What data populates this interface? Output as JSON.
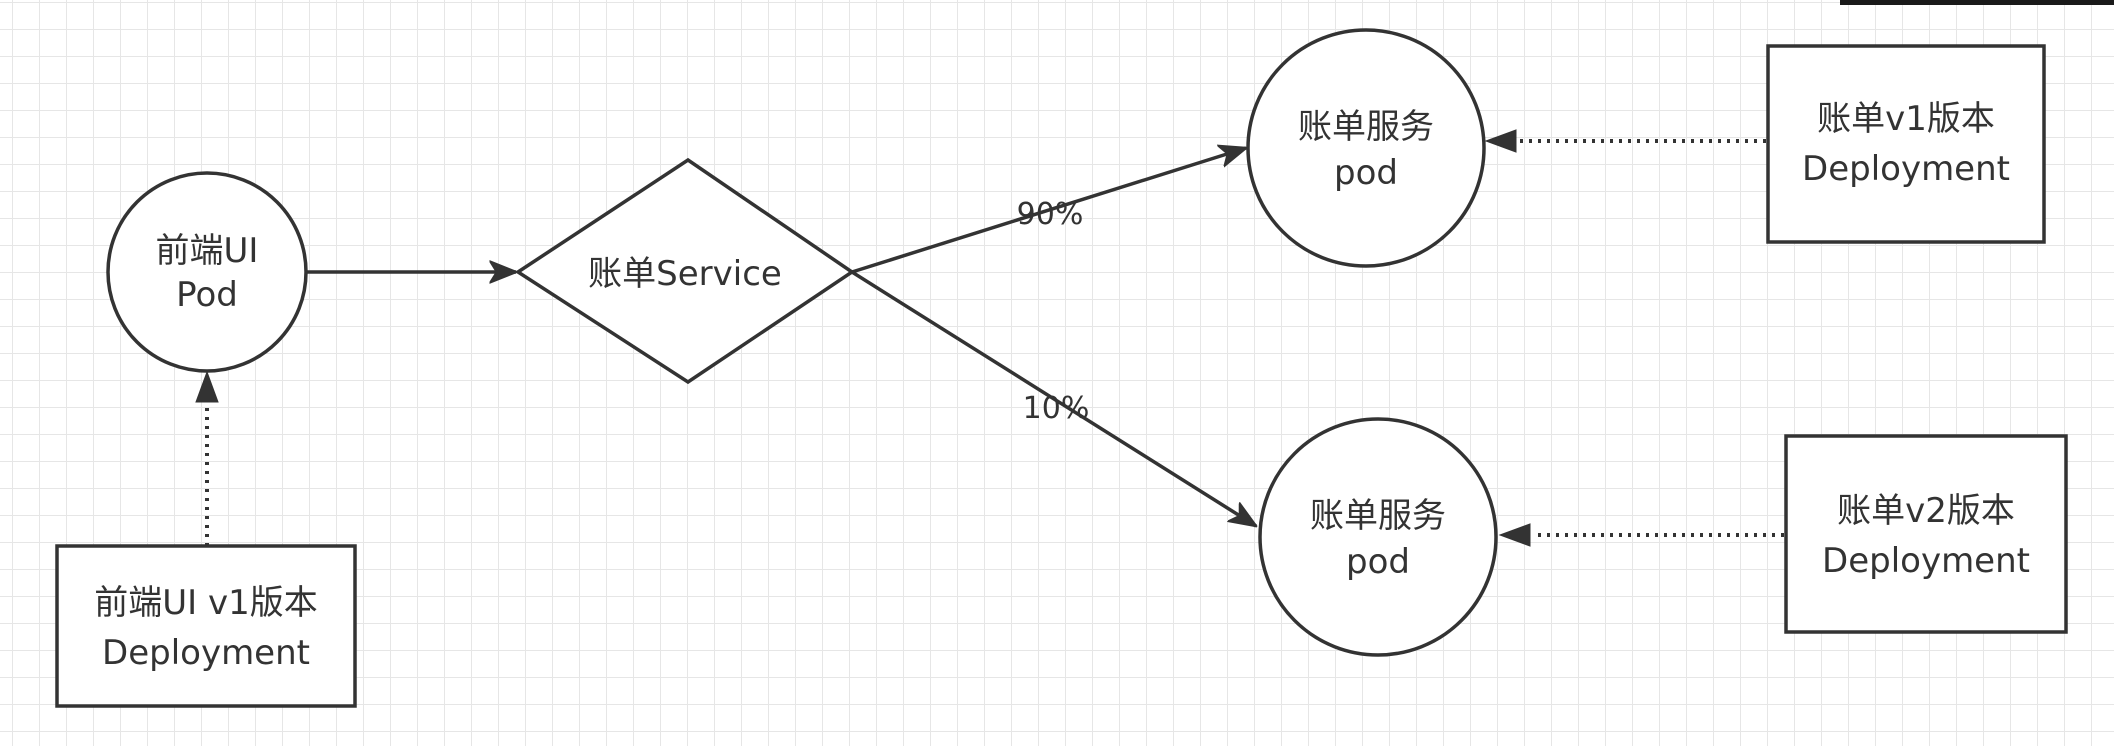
{
  "nodes": {
    "frontend_pod": {
      "line1": "前端UI",
      "line2": "Pod"
    },
    "frontend_deployment": {
      "line1": "前端UI v1版本",
      "line2": "Deployment"
    },
    "billing_service": {
      "label": "账单Service"
    },
    "billing_pod_v1": {
      "line1": "账单服务",
      "line2": "pod"
    },
    "billing_pod_v2": {
      "line1": "账单服务",
      "line2": "pod"
    },
    "billing_v1_deployment": {
      "line1": "账单v1版本",
      "line2": "Deployment"
    },
    "billing_v2_deployment": {
      "line1": "账单v2版本",
      "line2": "Deployment"
    }
  },
  "edges": {
    "service_to_v1": {
      "label": "90%"
    },
    "service_to_v2": {
      "label": "10%"
    }
  },
  "colors": {
    "stroke": "#333333",
    "grid": "#e6e6e6",
    "background": "#ffffff"
  }
}
